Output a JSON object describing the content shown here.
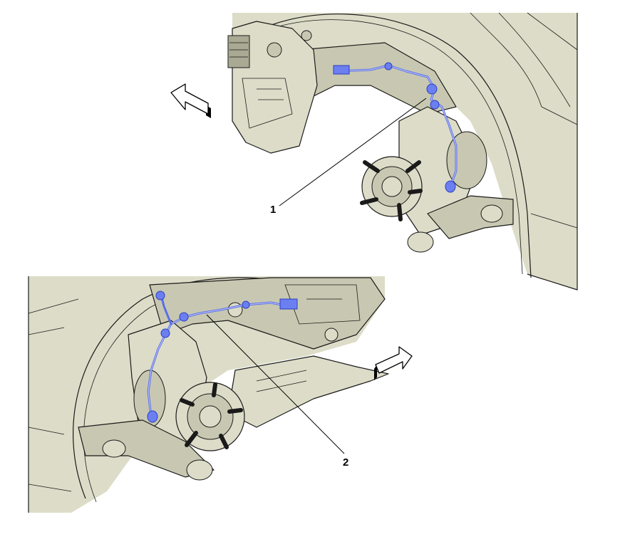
{
  "callouts": [
    {
      "label": "1"
    },
    {
      "label": "2"
    }
  ],
  "icons": {
    "top_arrow": "direction-arrow-left",
    "bottom_arrow": "direction-arrow-right"
  },
  "colors": {
    "body": "#dcdcc8",
    "harness": "#5a6ee8",
    "background": "#ffffff"
  }
}
